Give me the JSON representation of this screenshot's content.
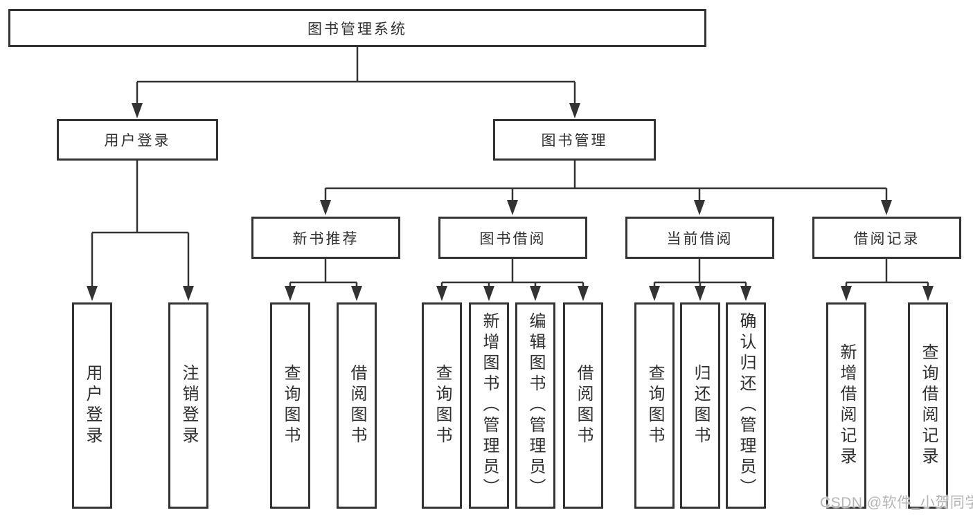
{
  "diagram": {
    "root": {
      "label": "图书管理系统"
    },
    "branches": [
      {
        "label": "用户登录",
        "children": [
          "用户登录",
          "注销登录"
        ]
      },
      {
        "label": "图书管理",
        "groups": [
          {
            "label": "新书推荐",
            "children": [
              "查询图书",
              "借阅图书"
            ]
          },
          {
            "label": "图书借阅",
            "children": [
              "查询图书",
              "新增图书（管理员）",
              "编辑图书（管理员）",
              "借阅图书"
            ]
          },
          {
            "label": "当前借阅",
            "children": [
              "查询图书",
              "归还图书",
              "确认归还（管理员）"
            ]
          },
          {
            "label": "借阅记录",
            "children": [
              "新增借阅记录",
              "查询借阅记录"
            ]
          }
        ]
      }
    ],
    "line_color": "#333333",
    "background_color": "#ffffff"
  },
  "watermark": {
    "text": "CSDN @软件_小贺同学"
  }
}
